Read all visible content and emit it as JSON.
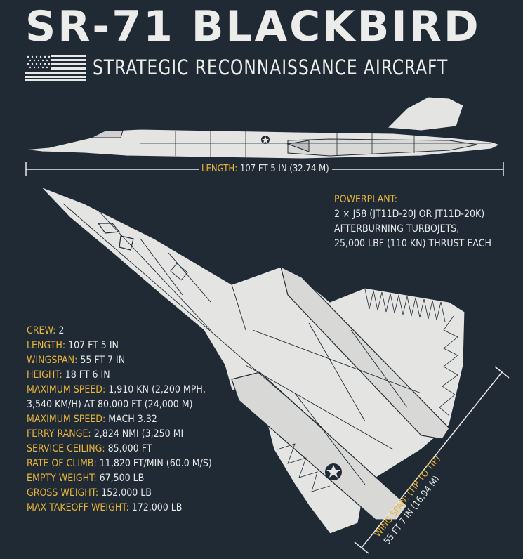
{
  "title": "SR-71 BLACKBIRD",
  "subtitle": "STRATEGIC RECONNAISSANCE AIRCRAFT",
  "length_dim": {
    "label": "LENGTH:",
    "value": "107 FT 5 IN (32.74 M)"
  },
  "powerplant": {
    "label": "POWERPLANT:",
    "lines": [
      "2 × J58 (JT11D-20J OR JT11D-20K)",
      "AFTERBURNING TURBOJETS,",
      "25,000 LBF (110 KN) THRUST EACH"
    ]
  },
  "specs": [
    {
      "label": "CREW:",
      "value": "2"
    },
    {
      "label": "LENGTH:",
      "value": "107 FT 5 IN"
    },
    {
      "label": "WINGSPAN:",
      "value": "55 FT 7 IN"
    },
    {
      "label": "HEIGHT:",
      "value": "18 FT 6 IN"
    },
    {
      "label": "MAXIMUM SPEED:",
      "value": "1,910 KN (2,200 MPH,"
    },
    {
      "label": "",
      "value": "3,540 KM/H) AT 80,000 FT (24,000 M)"
    },
    {
      "label": "MAXIMUM SPEED:",
      "value": "MACH 3.32"
    },
    {
      "label": "FERRY RANGE:",
      "value": "2,824 NMI (3,250 MI"
    },
    {
      "label": "SERVICE CEILING:",
      "value": "85,000 FT"
    },
    {
      "label": "RATE OF CLIMB:",
      "value": "11,820 FT/MIN (60.0 M/S)"
    },
    {
      "label": "EMPTY WEIGHT:",
      "value": "67,500 LB"
    },
    {
      "label": "GROSS WEIGHT:",
      "value": "152,000 LB"
    },
    {
      "label": "MAX TAKEOFF WEIGHT:",
      "value": "172,000 LB"
    }
  ],
  "wingspan_dim": {
    "label": "WING SPAN: (TIP TO TIP)",
    "value": "55 FT 7 IN (16.94 M)"
  },
  "colors": {
    "background": "#1f2a35",
    "accent": "#e8b43c",
    "ink": "#e8e8e6"
  },
  "icons": [
    "us-flag-icon",
    "air-force-roundel-icon"
  ]
}
